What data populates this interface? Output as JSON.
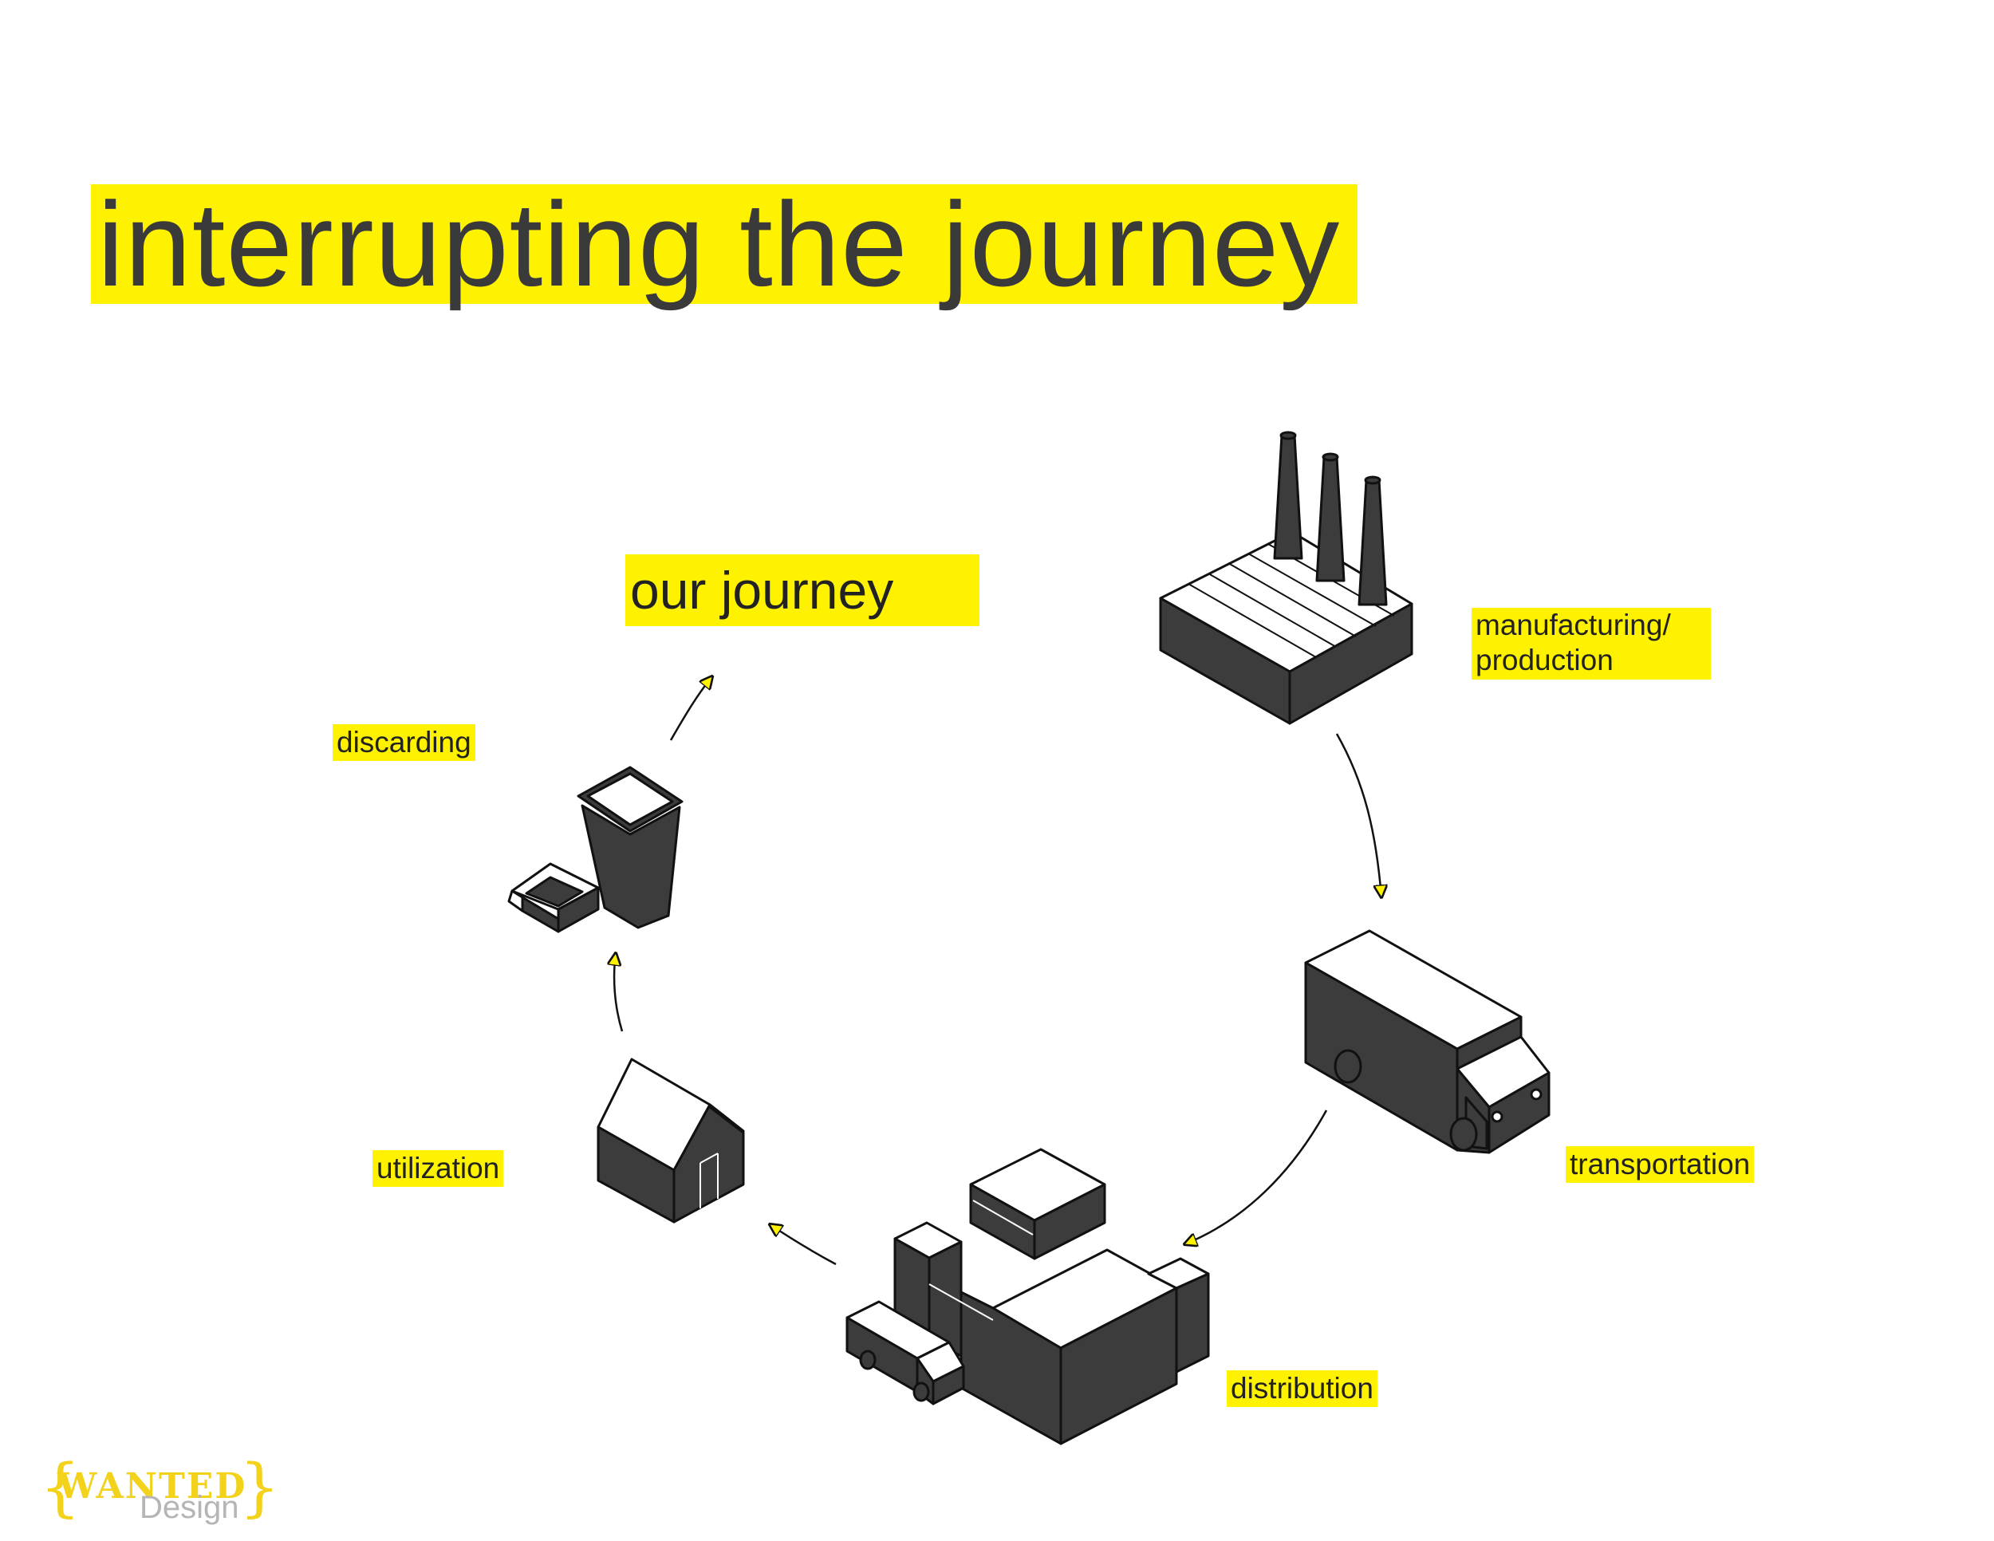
{
  "title": "interrupting the journey",
  "subtitle": "our journey",
  "stages": {
    "manufacturing_line1": "manufacturing/",
    "manufacturing_line2": "production",
    "transportation": "transportation",
    "distribution": "distribution",
    "utilization": "utilization",
    "discarding": "discarding"
  },
  "logo": {
    "open_brace": "{",
    "wanted": "WANTED",
    "design": "Design",
    "close_brace": "}"
  },
  "colors": {
    "highlight": "#fff200",
    "icon_fill": "#3c3c3c",
    "icon_top": "#ffffff",
    "stroke": "#111111",
    "logo_yellow": "#f2d21a"
  },
  "icons": [
    "factory-icon",
    "truck-icon",
    "warehouse-icon",
    "house-icon",
    "trash-bin-icon"
  ]
}
